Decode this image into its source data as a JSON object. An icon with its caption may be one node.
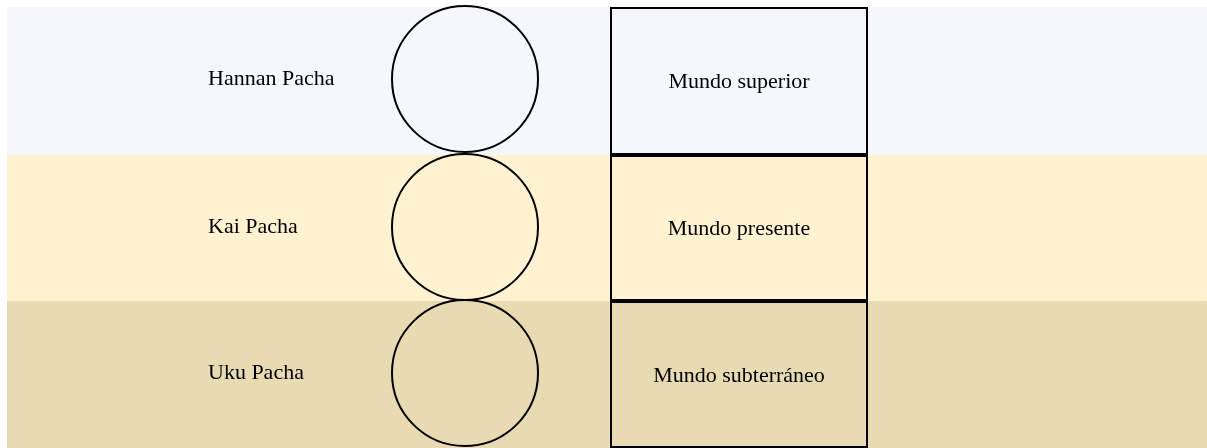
{
  "diagram": {
    "nodes": [
      {
        "text": [
          "Hannan Pacha"
        ]
      },
      {
        "text": [],
        "shape": "circle",
        "in": 0
      },
      {
        "text": [
          "Mundo superior"
        ],
        "in": 0
      },
      {
        "text": [
          "Kai Pacha"
        ]
      },
      {
        "text": [],
        "shape": "circle",
        "in": 3
      },
      {
        "text": [
          "Mundo presente"
        ],
        "in": 3
      },
      {
        "text": [
          "Uku Pacha"
        ]
      },
      {
        "text": [],
        "shape": "circle",
        "in": 6
      },
      {
        "text": [
          "Mundo subterráneo"
        ],
        "in": 6
      }
    ],
    "edges": []
  }
}
